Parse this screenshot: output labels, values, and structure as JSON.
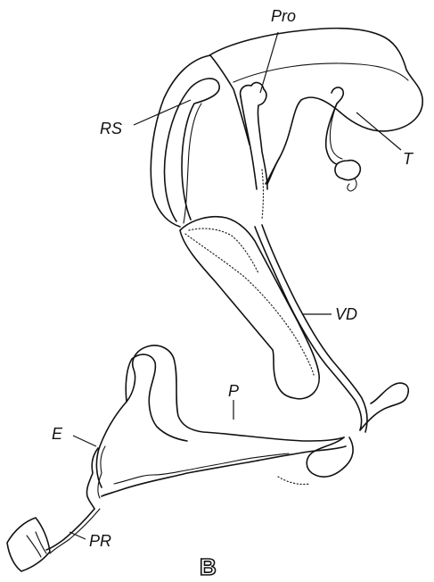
{
  "figure": {
    "panel_label": "B",
    "labels": {
      "pro": "Pro",
      "rs": "RS",
      "t": "T",
      "vd": "VD",
      "p": "P",
      "e": "E",
      "pr": "PR"
    }
  }
}
